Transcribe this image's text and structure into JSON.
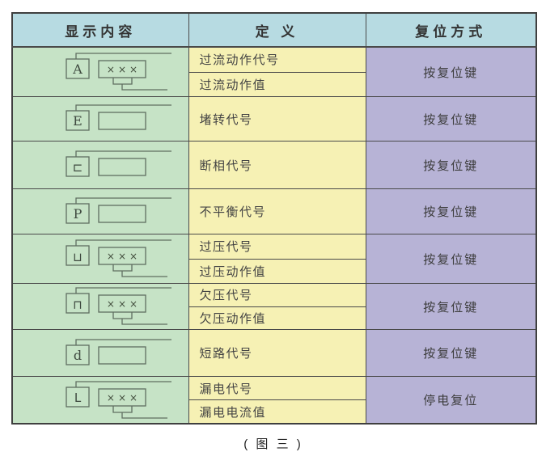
{
  "page": {
    "caption": "( 图 三 )",
    "background": "#ffffff"
  },
  "table": {
    "headers": [
      "显示内容",
      "定 义",
      "复位方式"
    ],
    "colors": {
      "header_bg": "#b7dbe2",
      "display_column_bg": "#c6e3c6",
      "definition_column_bg": "#f6f1b4",
      "reset_column_bg": "#b7b3d6",
      "border": "#4a4a4a",
      "diagram_line": "#5f6e60"
    },
    "rows": [
      {
        "code": "A",
        "display_value": "×××",
        "definitions": [
          "过流动作代号",
          "过流动作值"
        ],
        "reset": "按复位键"
      },
      {
        "code": "E",
        "display_value": "",
        "definitions": [
          "堵转代号"
        ],
        "reset": "按复位键"
      },
      {
        "code": "⊏",
        "display_value": "",
        "definitions": [
          "断相代号"
        ],
        "reset": "按复位键"
      },
      {
        "code": "P",
        "display_value": "",
        "definitions": [
          "不平衡代号"
        ],
        "reset": "按复位键"
      },
      {
        "code": "⊔",
        "display_value": "×××",
        "definitions": [
          "过压代号",
          "过压动作值"
        ],
        "reset": "按复位键"
      },
      {
        "code": "⊓",
        "display_value": "×××",
        "definitions": [
          "欠压代号",
          "欠压动作值"
        ],
        "reset": "按复位键"
      },
      {
        "code": "d",
        "display_value": "",
        "definitions": [
          "短路代号"
        ],
        "reset": "按复位键"
      },
      {
        "code": "L",
        "display_value": "×××",
        "definitions": [
          "漏电代号",
          "漏电电流值"
        ],
        "reset": "停电复位"
      }
    ]
  }
}
